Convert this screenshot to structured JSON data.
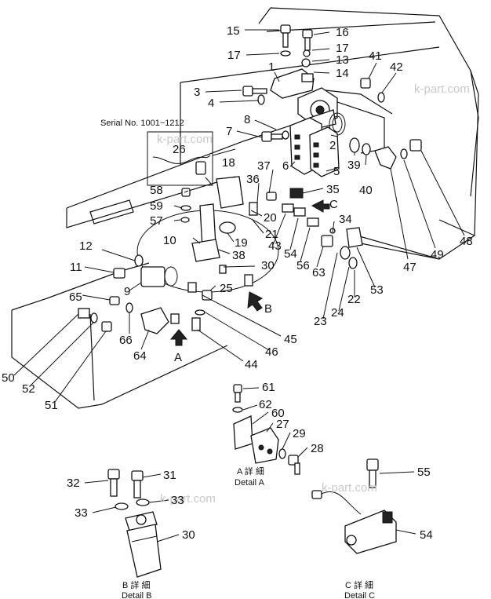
{
  "serial_note": "Serial No. 1001~1212",
  "watermarks": [
    "k-part.com",
    "k-part.com",
    "k-part.com",
    "k-part.com"
  ],
  "arrows": {
    "a": "A",
    "b": "B",
    "c": "C"
  },
  "callouts": {
    "n1": "1",
    "n2": "2",
    "n3": "3",
    "n4": "4",
    "n5": "5",
    "n6": "6",
    "n7": "7",
    "n8": "8",
    "n9": "9",
    "n10": "10",
    "n11": "11",
    "n12": "12",
    "n13": "13",
    "n14": "14",
    "n15": "15",
    "n16": "16",
    "n17a": "17",
    "n17b": "17",
    "n18": "18",
    "n19": "19",
    "n20": "20",
    "n21": "21",
    "n22": "22",
    "n23": "23",
    "n24": "24",
    "n25": "25",
    "n26": "26",
    "n27": "27",
    "n28": "28",
    "n29": "29",
    "n30a": "30",
    "n30b": "30",
    "n31": "31",
    "n32": "32",
    "n33a": "33",
    "n33b": "33",
    "n34": "34",
    "n35": "35",
    "n36": "36",
    "n37": "37",
    "n38": "38",
    "n39": "39",
    "n40": "40",
    "n41": "41",
    "n42": "42",
    "n43": "43",
    "n44": "44",
    "n45": "45",
    "n46": "46",
    "n47": "47",
    "n48": "48",
    "n49": "49",
    "n50": "50",
    "n51": "51",
    "n52": "52",
    "n53": "53",
    "n54a": "54",
    "n54b": "54",
    "n55": "55",
    "n56": "56",
    "n57": "57",
    "n58": "58",
    "n59": "59",
    "n60": "60",
    "n61": "61",
    "n62": "62",
    "n63": "63",
    "n64": "64",
    "n65": "65",
    "n66": "66"
  },
  "details": {
    "a_jp": "A 詳 細",
    "a_en": "Detail A",
    "b_jp": "B 詳 細",
    "b_en": "Detail B",
    "c_jp": "C 詳 細",
    "c_en": "Detail C"
  }
}
